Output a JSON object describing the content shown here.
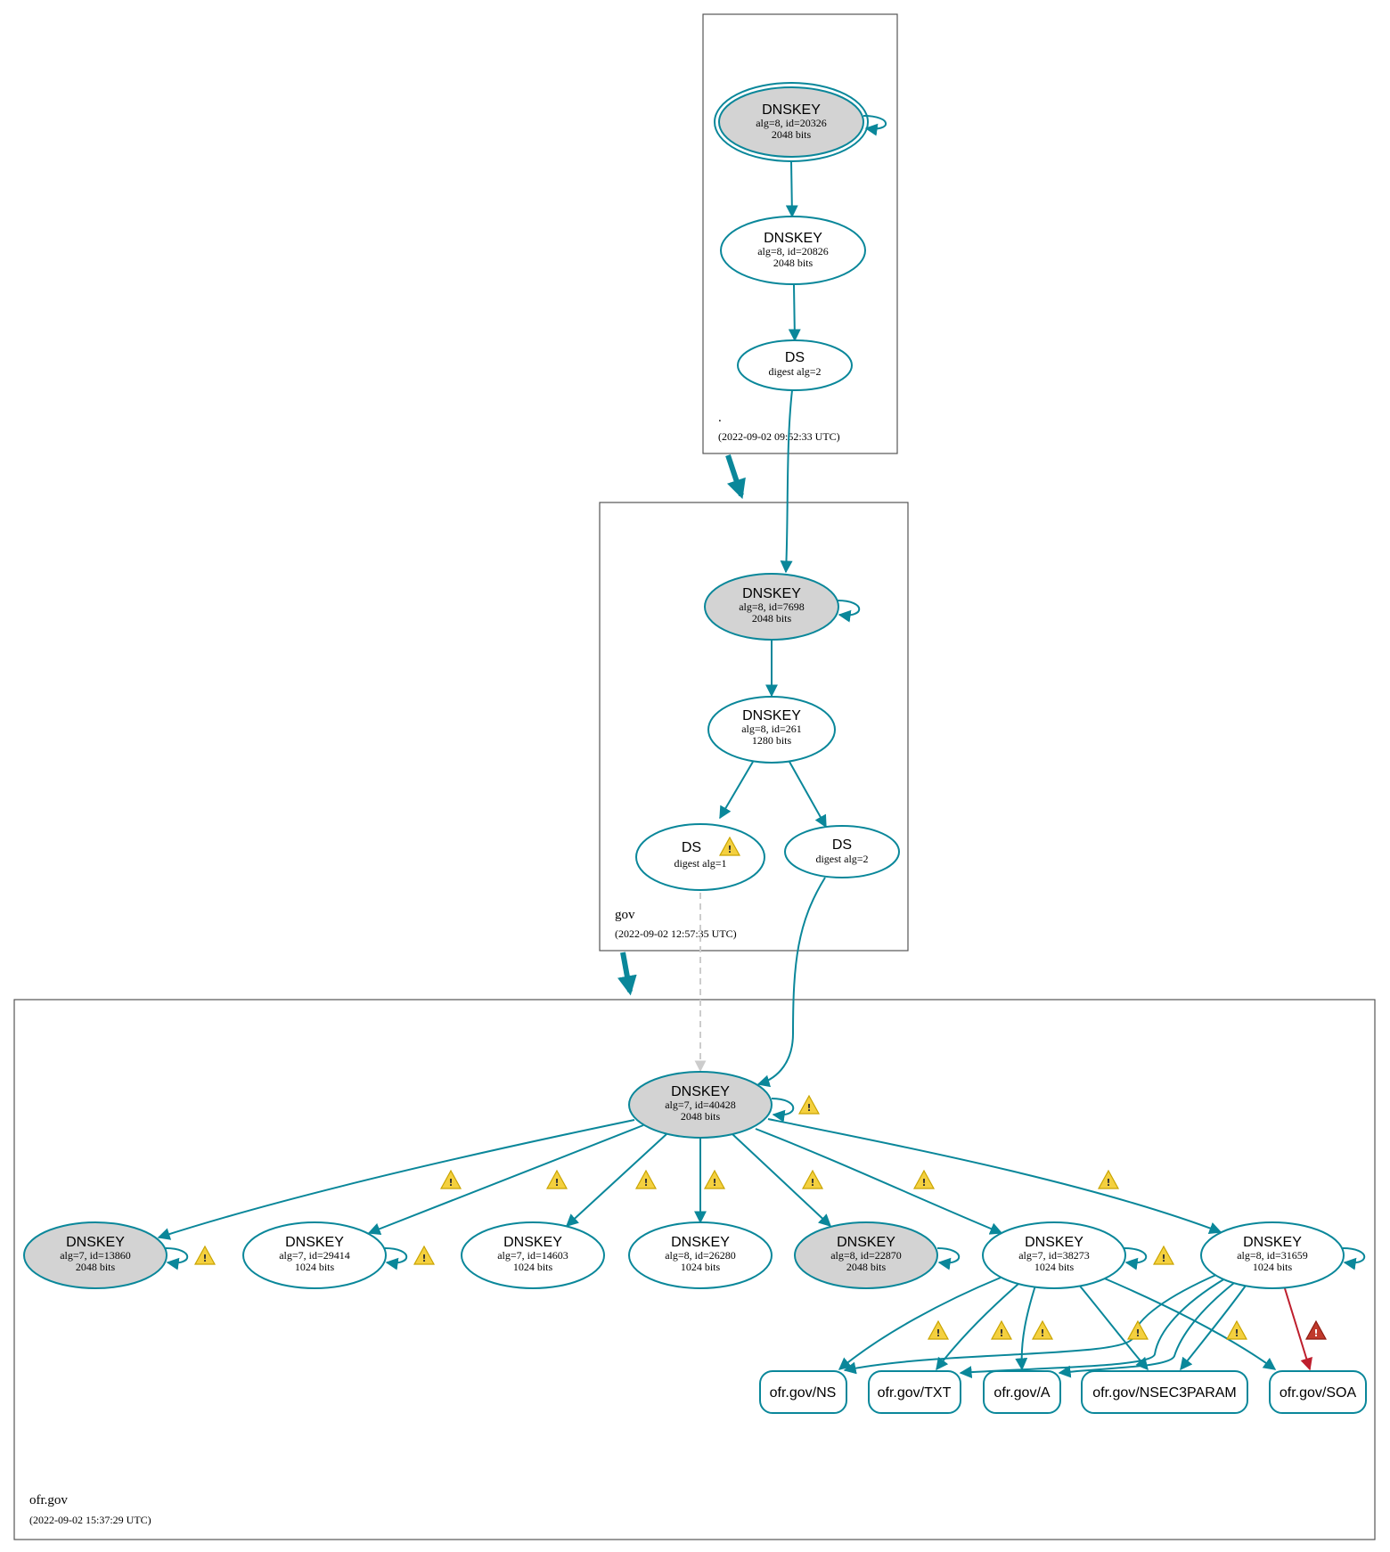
{
  "colors": {
    "accent": "#0a879a",
    "node_fill": "#d3d3d3",
    "warning": "#f4d03f",
    "error": "#be1e2d",
    "dashed": "#cccccc"
  },
  "zones": {
    "root": {
      "name": ".",
      "timestamp": "(2022-09-02 09:52:33 UTC)"
    },
    "gov": {
      "name": "gov",
      "timestamp": "(2022-09-02 12:57:35 UTC)"
    },
    "ofr": {
      "name": "ofr.gov",
      "timestamp": "(2022-09-02 15:37:29 UTC)"
    }
  },
  "nodes": {
    "root_ksk": {
      "title": "DNSKEY",
      "line1": "alg=8, id=20326",
      "line2": "2048 bits",
      "filled": true
    },
    "root_zsk": {
      "title": "DNSKEY",
      "line1": "alg=8, id=20826",
      "line2": "2048 bits",
      "filled": false
    },
    "root_ds": {
      "title": "DS",
      "line1": "digest alg=2"
    },
    "gov_ksk": {
      "title": "DNSKEY",
      "line1": "alg=8, id=7698",
      "line2": "2048 bits",
      "filled": true
    },
    "gov_zsk": {
      "title": "DNSKEY",
      "line1": "alg=8, id=261",
      "line2": "1280 bits",
      "filled": false
    },
    "gov_ds1": {
      "title": "DS",
      "line1": "digest alg=1",
      "warning": true
    },
    "gov_ds2": {
      "title": "DS",
      "line1": "digest alg=2"
    },
    "ofr_ksk": {
      "title": "DNSKEY",
      "line1": "alg=7, id=40428",
      "line2": "2048 bits",
      "filled": true
    },
    "k13860": {
      "title": "DNSKEY",
      "line1": "alg=7, id=13860",
      "line2": "2048 bits",
      "filled": true
    },
    "k29414": {
      "title": "DNSKEY",
      "line1": "alg=7, id=29414",
      "line2": "1024 bits",
      "filled": false
    },
    "k14603": {
      "title": "DNSKEY",
      "line1": "alg=7, id=14603",
      "line2": "1024 bits",
      "filled": false
    },
    "k26280": {
      "title": "DNSKEY",
      "line1": "alg=8, id=26280",
      "line2": "1024 bits",
      "filled": false
    },
    "k22870": {
      "title": "DNSKEY",
      "line1": "alg=8, id=22870",
      "line2": "2048 bits",
      "filled": true
    },
    "k38273": {
      "title": "DNSKEY",
      "line1": "alg=7, id=38273",
      "line2": "1024 bits",
      "filled": false
    },
    "k31659": {
      "title": "DNSKEY",
      "line1": "alg=8, id=31659",
      "line2": "1024 bits",
      "filled": false
    }
  },
  "rrsets": {
    "ns": "ofr.gov/NS",
    "txt": "ofr.gov/TXT",
    "a": "ofr.gov/A",
    "nsec3param": "ofr.gov/NSEC3PARAM",
    "soa": "ofr.gov/SOA"
  },
  "icons": {
    "warning": "warning-icon",
    "error": "error-icon"
  }
}
